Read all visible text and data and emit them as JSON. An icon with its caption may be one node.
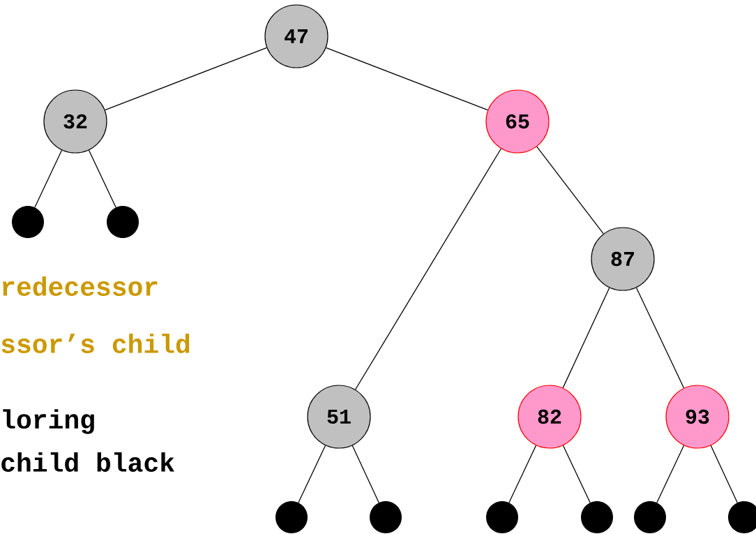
{
  "diagram": {
    "nodes": [
      {
        "text": [
          "47"
        ]
      },
      {
        "text": [
          "32"
        ]
      },
      {
        "text": [
          "65"
        ]
      },
      {
        "text": [],
        "shape": "circle"
      },
      {
        "text": [],
        "shape": "circle"
      },
      {
        "text": [
          "87"
        ]
      },
      {
        "text": [
          "51"
        ]
      },
      {
        "text": [
          "82"
        ]
      },
      {
        "text": [
          "93"
        ]
      },
      {
        "text": [],
        "shape": "circle"
      },
      {
        "text": [],
        "shape": "circle"
      },
      {
        "text": [],
        "shape": "circle"
      },
      {
        "text": [],
        "shape": "circle"
      },
      {
        "text": [],
        "shape": "circle"
      },
      {
        "text": [],
        "shape": "circle"
      }
    ],
    "edges": [
      {
        "from": 0,
        "to": 1,
        "arrow": "none"
      },
      {
        "from": 0,
        "to": 2,
        "arrow": "none"
      },
      {
        "from": 1,
        "to": 3,
        "arrow": "none"
      },
      {
        "from": 1,
        "to": 4,
        "arrow": "none"
      },
      {
        "from": 2,
        "to": 6,
        "arrow": "none"
      },
      {
        "from": 2,
        "to": 5,
        "arrow": "none"
      },
      {
        "from": 5,
        "to": 7,
        "arrow": "none"
      },
      {
        "from": 5,
        "to": 8,
        "arrow": "none"
      },
      {
        "from": 6,
        "to": 9,
        "arrow": "none"
      },
      {
        "from": 6,
        "to": 10,
        "arrow": "none"
      },
      {
        "from": 7,
        "to": 11,
        "arrow": "none"
      },
      {
        "from": 7,
        "to": 12,
        "arrow": "none"
      },
      {
        "from": 8,
        "to": 13,
        "arrow": "none"
      },
      {
        "from": 8,
        "to": 14,
        "arrow": "none"
      }
    ],
    "labels": [
      "redecessor",
      "ssor’s child",
      "loring",
      "child black"
    ]
  }
}
